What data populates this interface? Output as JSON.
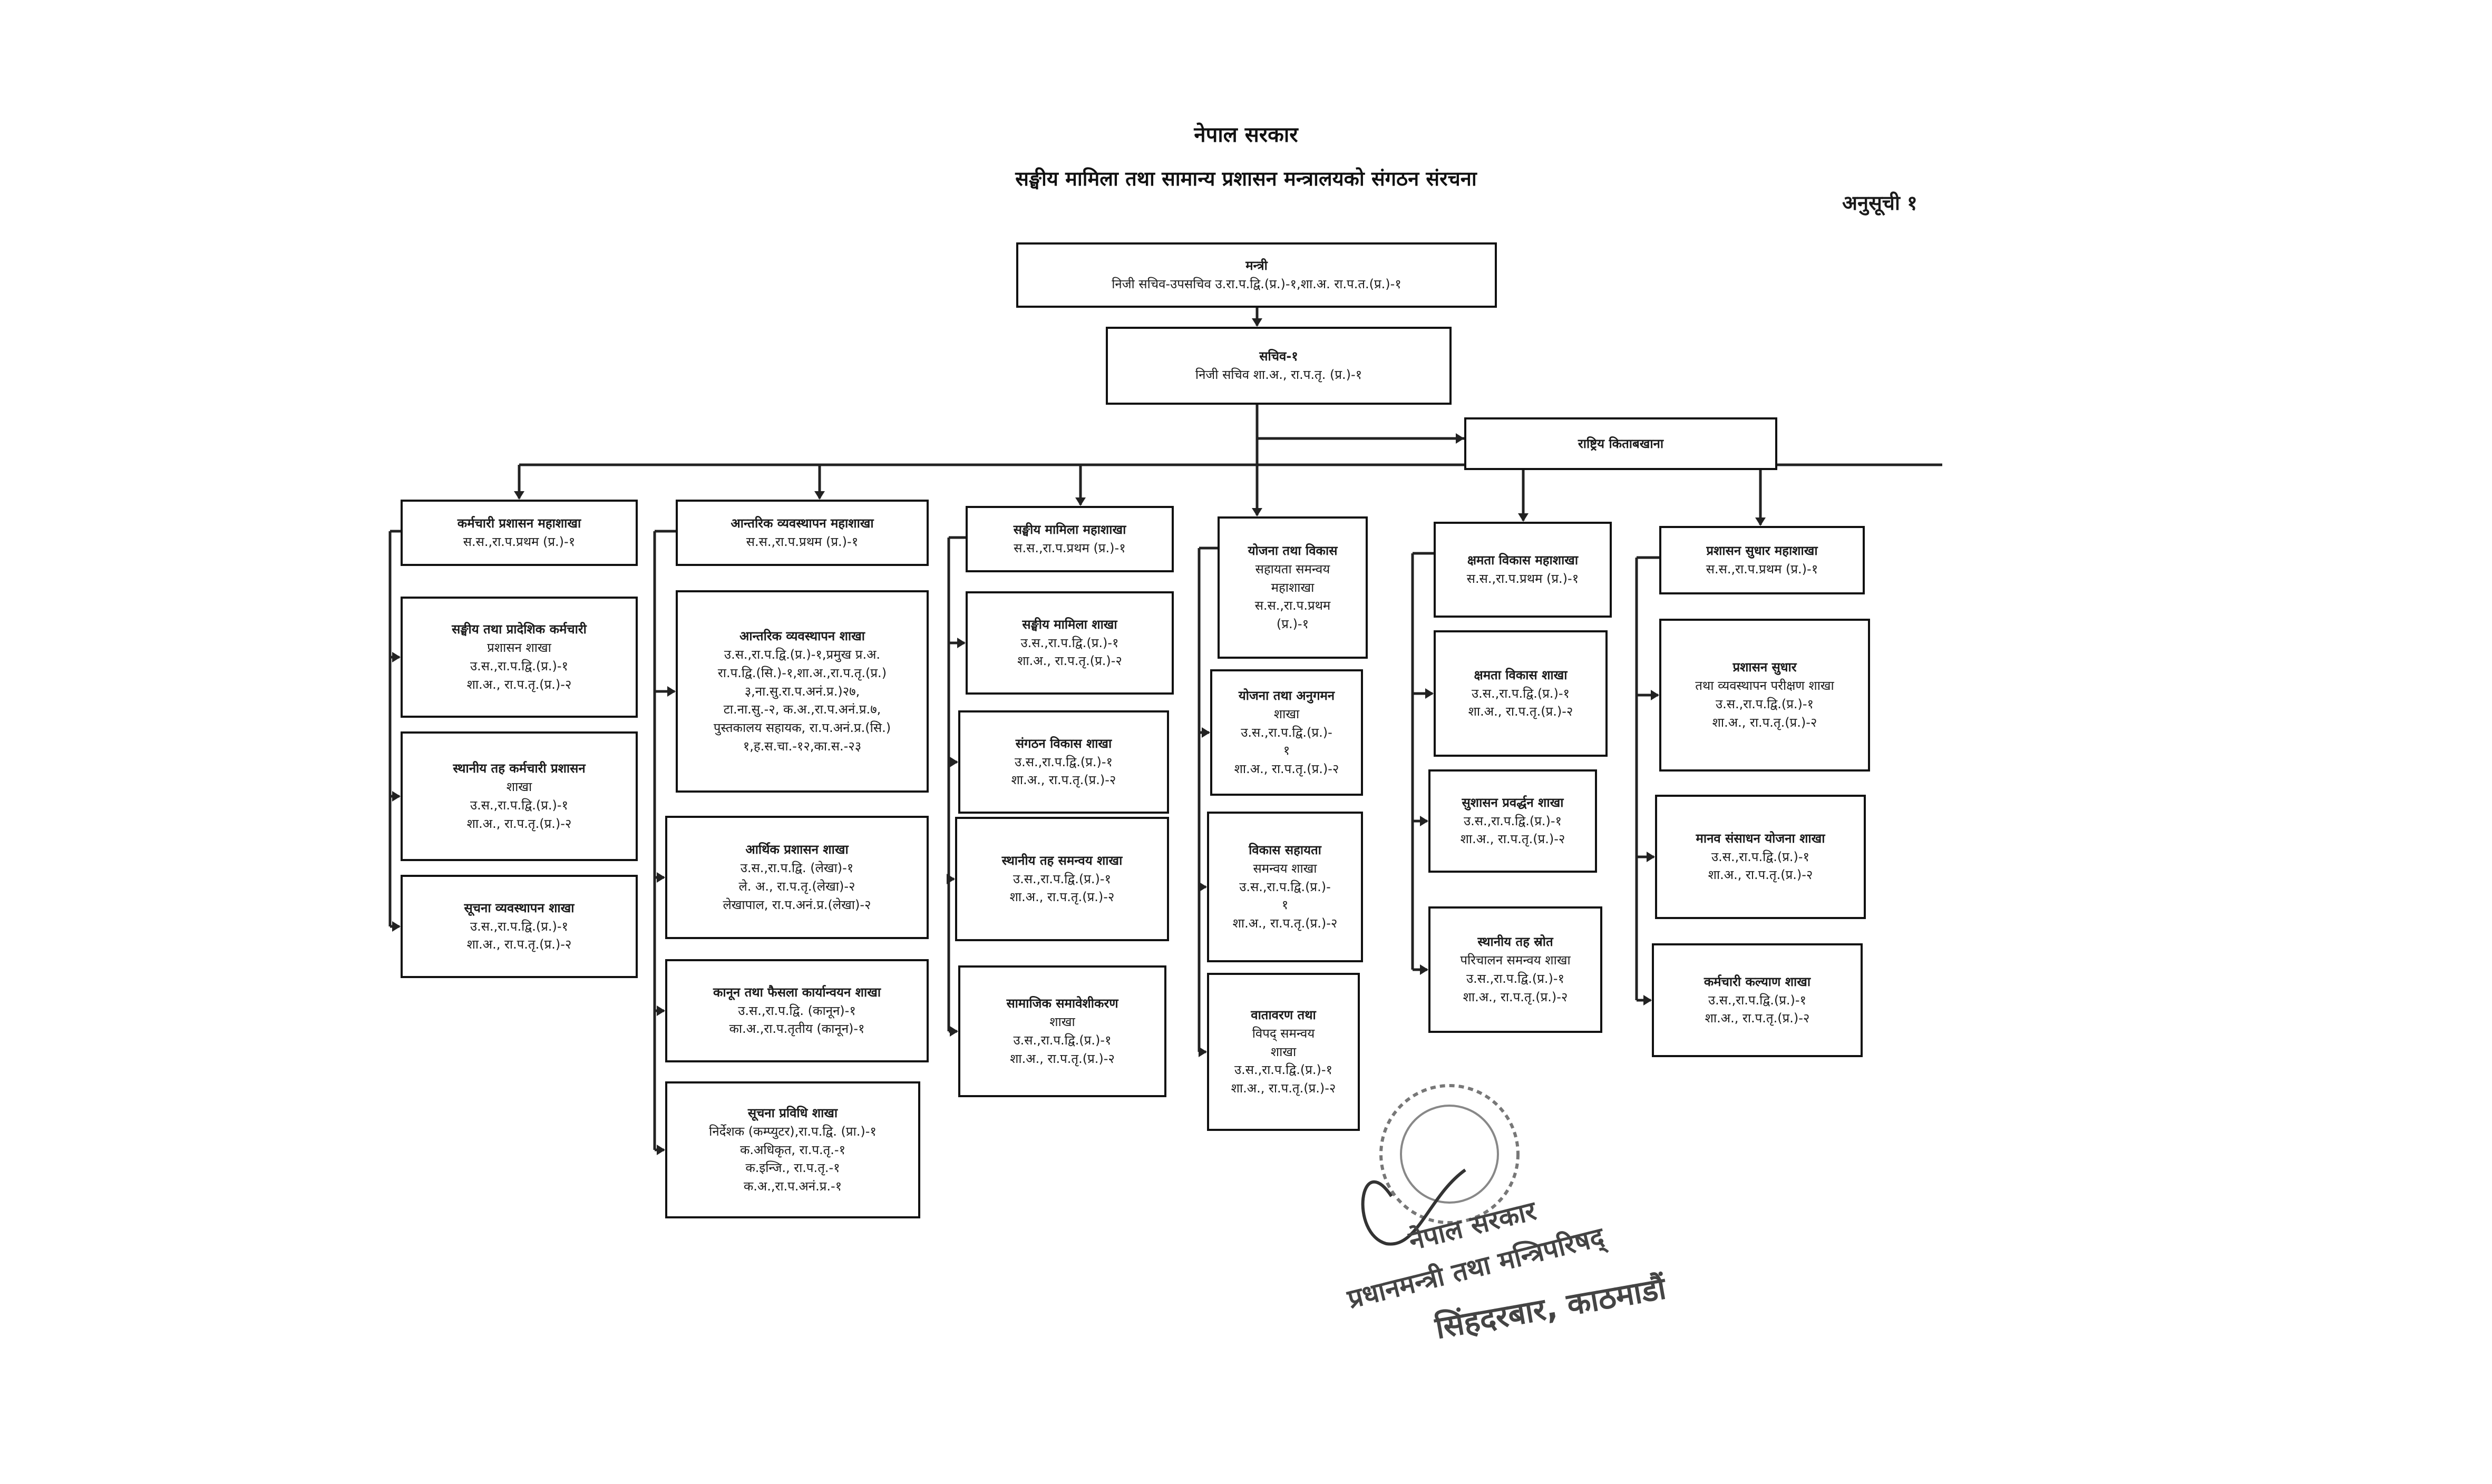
{
  "header": {
    "government": "नेपाल सरकार",
    "title": "सङ्घीय मामिला तथा सामान्य प्रशासन मन्त्रालयको संगठन संरचना",
    "annex": "अनुसूची १"
  },
  "top": {
    "minister": [
      "मन्त्री",
      "निजी सचिव-उपसचिव उ.रा.प.द्वि.(प्र.)-१,शा.अ. रा.प.त.(प्र.)-१"
    ],
    "secretary": [
      "सचिव-१",
      "निजी सचिव शा.अ., रा.प.तृ. (प्र.)-१"
    ],
    "archives": [
      "राष्ट्रिय किताबखाना"
    ]
  },
  "divisions": [
    {
      "head": [
        "कर्मचारी प्रशासन महाशाखा",
        "स.स.,रा.प.प्रथम (प्र.)-१"
      ],
      "sections": [
        [
          "सङ्घीय तथा प्रादेशिक कर्मचारी",
          "प्रशासन शाखा",
          "उ.स.,रा.प.द्वि.(प्र.)-१",
          "शा.अ., रा.प.तृ.(प्र.)-२"
        ],
        [
          "स्थानीय तह कर्मचारी प्रशासन",
          "शाखा",
          "उ.स.,रा.प.द्वि.(प्र.)-१",
          "शा.अ., रा.प.तृ.(प्र.)-२"
        ],
        [
          "सूचना व्यवस्थापन शाखा",
          "उ.स.,रा.प.द्वि.(प्र.)-१",
          "शा.अ., रा.प.तृ.(प्र.)-२"
        ]
      ]
    },
    {
      "head": [
        "आन्तरिक व्यवस्थापन महाशाखा",
        "स.स.,रा.प.प्रथम (प्र.)-१"
      ],
      "sections": [
        [
          "आन्तरिक व्यवस्थापन शाखा",
          "उ.स.,रा.प.द्वि.(प्र.)-१,प्रमुख प्र.अ.",
          "रा.प.द्वि.(सि.)-१,शा.अ.,रा.प.तृ.(प्र.)",
          "३,ना.सु.रा.प.अनं.प्र.)२७,",
          "टा.ना.सु.-२, क.अ.,रा.प.अनं.प्र.७,",
          "पुस्तकालय सहायक, रा.प.अनं.प्र.(सि.)",
          "१,ह.स.चा.-१२,का.स.-२३"
        ],
        [
          "आर्थिक प्रशासन शाखा",
          "उ.स.,रा.प.द्वि. (लेखा)-१",
          "ले. अ., रा.प.तृ.(लेखा)-२",
          "लेखापाल, रा.प.अनं.प्र.(लेखा)-२"
        ],
        [
          "कानून तथा फैसला कार्यान्वयन शाखा",
          "उ.स.,रा.प.द्वि. (कानून)-१",
          "का.अ.,रा.प.तृतीय (कानून)-१"
        ],
        [
          "सूचना प्रविधि शाखा",
          "निर्देशक (कम्प्युटर),रा.प.द्वि. (प्रा.)-१",
          "क.अधिकृत, रा.प.तृ.-१",
          "क.इन्जि., रा.प.तृ.-१",
          "क.अ.,रा.प.अनं.प्र.-१"
        ]
      ]
    },
    {
      "head": [
        "सङ्घीय मामिला महाशाखा",
        "स.स.,रा.प.प्रथम (प्र.)-१"
      ],
      "sections": [
        [
          "सङ्घीय मामिला शाखा",
          "उ.स.,रा.प.द्वि.(प्र.)-१",
          "शा.अ., रा.प.तृ.(प्र.)-२"
        ],
        [
          "संगठन विकास शाखा",
          "उ.स.,रा.प.द्वि.(प्र.)-१",
          "शा.अ., रा.प.तृ.(प्र.)-२"
        ],
        [
          "स्थानीय तह समन्वय शाखा",
          "उ.स.,रा.प.द्वि.(प्र.)-१",
          "शा.अ., रा.प.तृ.(प्र.)-२"
        ],
        [
          "सामाजिक समावेशीकरण",
          "शाखा",
          "उ.स.,रा.प.द्वि.(प्र.)-१",
          "शा.अ., रा.प.तृ.(प्र.)-२"
        ]
      ]
    },
    {
      "head": [
        "योजना तथा विकास",
        "सहायता समन्वय",
        "महाशाखा",
        "स.स.,रा.प.प्रथम",
        "(प्र.)-१"
      ],
      "sections": [
        [
          "योजना तथा अनुगमन",
          "शाखा",
          "उ.स.,रा.प.द्वि.(प्र.)-",
          "१",
          "शा.अ., रा.प.तृ.(प्र.)-२"
        ],
        [
          "विकास सहायता",
          "समन्वय शाखा",
          "उ.स.,रा.प.द्वि.(प्र.)-",
          "१",
          "शा.अ., रा.प.तृ.(प्र.)-२"
        ],
        [
          "वातावरण तथा",
          "विपद् समन्वय",
          "शाखा",
          "उ.स.,रा.प.द्वि.(प्र.)-१",
          "शा.अ., रा.प.तृ.(प्र.)-२"
        ]
      ]
    },
    {
      "head": [
        "क्षमता विकास महाशाखा",
        "स.स.,रा.प.प्रथम (प्र.)-१"
      ],
      "sections": [
        [
          "क्षमता विकास शाखा",
          "उ.स.,रा.प.द्वि.(प्र.)-१",
          "शा.अ., रा.प.तृ.(प्र.)-२"
        ],
        [
          "सुशासन प्रवर्द्धन शाखा",
          "उ.स.,रा.प.द्वि.(प्र.)-१",
          "शा.अ., रा.प.तृ.(प्र.)-२"
        ],
        [
          "स्थानीय तह स्रोत",
          "परिचालन समन्वय शाखा",
          "उ.स.,रा.प.द्वि.(प्र.)-१",
          "शा.अ., रा.प.तृ.(प्र.)-२"
        ]
      ]
    },
    {
      "head": [
        "प्रशासन सुधार महाशाखा",
        "स.स.,रा.प.प्रथम (प्र.)-१"
      ],
      "sections": [
        [
          "प्रशासन सुधार",
          "तथा व्यवस्थापन परीक्षण शाखा",
          "उ.स.,रा.प.द्वि.(प्र.)-१",
          "शा.अ., रा.प.तृ.(प्र.)-२"
        ],
        [
          "मानव संसाधन योजना शाखा",
          "उ.स.,रा.प.द्वि.(प्र.)-१",
          "शा.अ., रा.प.तृ.(प्र.)-२"
        ],
        [
          "कर्मचारी कल्याण शाखा",
          "उ.स.,रा.प.द्वि.(प्र.)-१",
          "शा.अ., रा.प.तृ.(प्र.)-२"
        ]
      ]
    }
  ],
  "seal": {
    "line1": "नेपाल सरकार",
    "line2": "प्रधानमन्त्री तथा मन्त्रिपरिषद्",
    "line3": "सिंहदरबार, काठमाडौं"
  },
  "colors": {
    "ink": "#1a1a1a",
    "stamp": "#444444",
    "paper": "#ffffff"
  }
}
